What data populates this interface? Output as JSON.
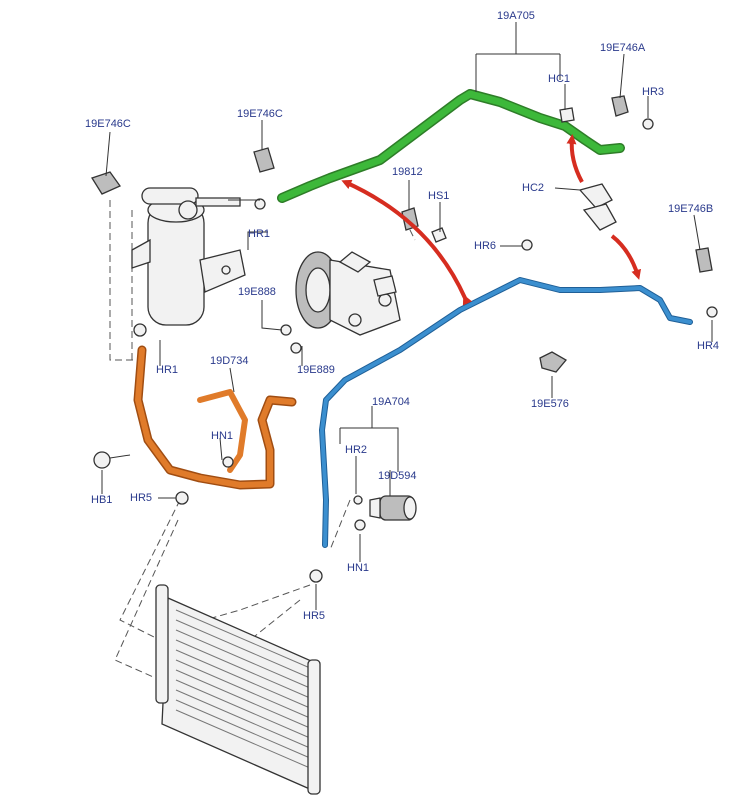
{
  "colors": {
    "suction_line": "#3db83a",
    "liquid_line": "#3b8fcf",
    "discharge_line": "#e07b2a",
    "arrow": "#d62d20",
    "label_text": "#2a3a8c"
  },
  "labels": {
    "l_19a705": "19A705",
    "l_19e746a": "19E746A",
    "l_hc1": "HC1",
    "l_hr3": "HR3",
    "l_19e746c_left": "19E746C",
    "l_19e746c_mid": "19E746C",
    "l_19812": "19812",
    "l_hs1": "HS1",
    "l_hc2": "HC2",
    "l_19e746b": "19E746B",
    "l_hr1_top": "HR1",
    "l_hr6": "HR6",
    "l_19e888": "19E888",
    "l_hr4": "HR4",
    "l_hr1_bottom": "HR1",
    "l_19d734": "19D734",
    "l_19e889": "19E889",
    "l_19e576": "19E576",
    "l_19a704": "19A704",
    "l_hn1_left": "HN1",
    "l_hr2": "HR2",
    "l_19d594": "19D594",
    "l_hb1": "HB1",
    "l_hr5_left": "HR5",
    "l_hn1_right": "HN1",
    "l_hr5_bottom": "HR5"
  }
}
